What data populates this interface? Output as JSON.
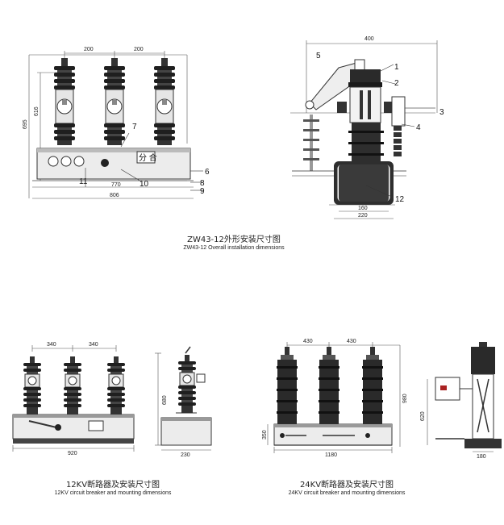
{
  "top": {
    "caption_cn": "ZW43-12外形安装尺寸图",
    "caption_en": "ZW43-12 Overall installation dimensions",
    "left_dims": {
      "spacing_a": "200",
      "spacing_b": "200",
      "height_total": "695",
      "height_inner": "616",
      "width_inner": "770",
      "width_total": "806"
    },
    "left_callouts": [
      "7",
      "6",
      "8",
      "9",
      "10",
      "11"
    ],
    "panel_text": "分 合",
    "right_dims": {
      "width_top": "400",
      "base_inner": "160",
      "base_outer": "220"
    },
    "right_callouts": [
      "1",
      "2",
      "3",
      "4",
      "5",
      "12"
    ]
  },
  "bottom_left": {
    "caption_cn": "12KV断路器及安装尺寸图",
    "caption_en": "12KV circuit breaker and mounting dimensions",
    "dims": {
      "spacing_a": "340",
      "spacing_b": "340",
      "width": "920",
      "height": "680",
      "side_width": "230"
    }
  },
  "bottom_right": {
    "caption_cn": "24KV断路器及安装尺寸图",
    "caption_en": "24KV circuit breaker and mounting dimensions",
    "dims": {
      "spacing_a": "430",
      "spacing_b": "430",
      "width": "1180",
      "height": "980",
      "base_height": "350",
      "side_height": "620",
      "side_width": "180"
    }
  }
}
